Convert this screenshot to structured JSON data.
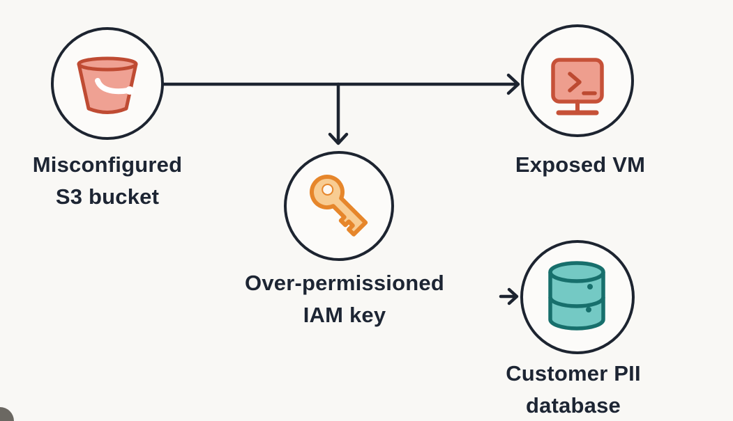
{
  "diagram": {
    "description": "Cloud attack-path diagram with four circular nodes connected by arrows",
    "background_color": "#f9f8f5",
    "line_color": "#1d2430",
    "text_color": "#1d2533",
    "nodes": [
      {
        "id": "s3-bucket",
        "icon": "bucket-icon",
        "label_lines": [
          "Misconfigured",
          "S3 bucket"
        ],
        "icon_colors": {
          "stroke": "#bf4b33",
          "fill": "#efa193",
          "handle": "#ffffff"
        }
      },
      {
        "id": "exposed-vm",
        "icon": "terminal-monitor-icon",
        "label_lines": [
          "Exposed VM"
        ],
        "icon_colors": {
          "stroke": "#c65138",
          "fill": "#ee9e8e"
        }
      },
      {
        "id": "iam-key",
        "icon": "key-icon",
        "label_lines": [
          "Over-permissioned",
          "IAM key"
        ],
        "icon_colors": {
          "stroke": "#e6862b",
          "fill": "#f8cc92",
          "hole": "#fdf8f2"
        }
      },
      {
        "id": "customer-pii-database",
        "icon": "database-icon",
        "label_lines": [
          "Customer PII",
          "database"
        ],
        "icon_colors": {
          "stroke": "#176f6c",
          "fill": "#74c9c4"
        }
      }
    ],
    "edges": [
      {
        "from": "s3-bucket",
        "to": "exposed-vm",
        "style": "arrow-right"
      },
      {
        "from": "s3-bucket-to-exposed-vm-line",
        "to": "iam-key",
        "style": "arrow-down-branch"
      },
      {
        "from": "",
        "to": "customer-pii-database",
        "style": "short-arrow-right"
      }
    ]
  }
}
